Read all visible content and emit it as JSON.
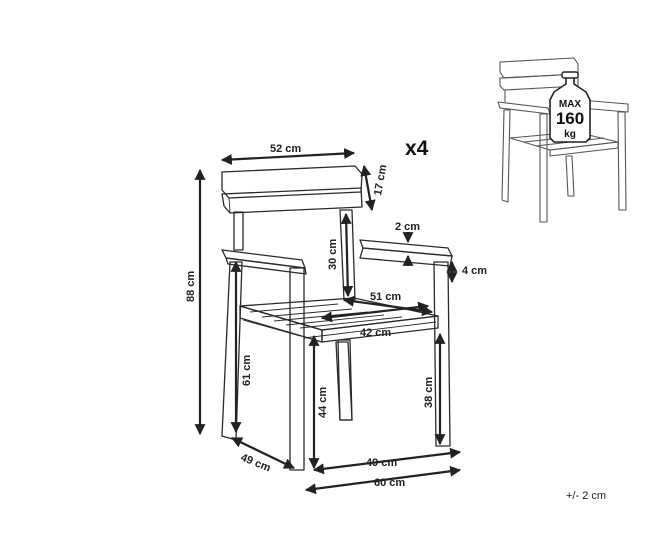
{
  "quantity": "x4",
  "tolerance": "+/- 2 cm",
  "max_load": {
    "label": "MAX",
    "value": "160",
    "unit": "kg"
  },
  "dimensions": {
    "backrest_width": "52 cm",
    "backrest_height": "17 cm",
    "backrest_to_armrest": "30 cm",
    "armrest_thickness": "2 cm",
    "armrest_height": "4 cm",
    "seat_width_back": "51 cm",
    "seat_width_front": "42 cm",
    "total_height": "88 cm",
    "armrest_floor_height": "61 cm",
    "seat_height": "44 cm",
    "seat_height_front": "38 cm",
    "depth_side": "49 cm",
    "depth_front": "49 cm",
    "total_width": "60 cm"
  }
}
